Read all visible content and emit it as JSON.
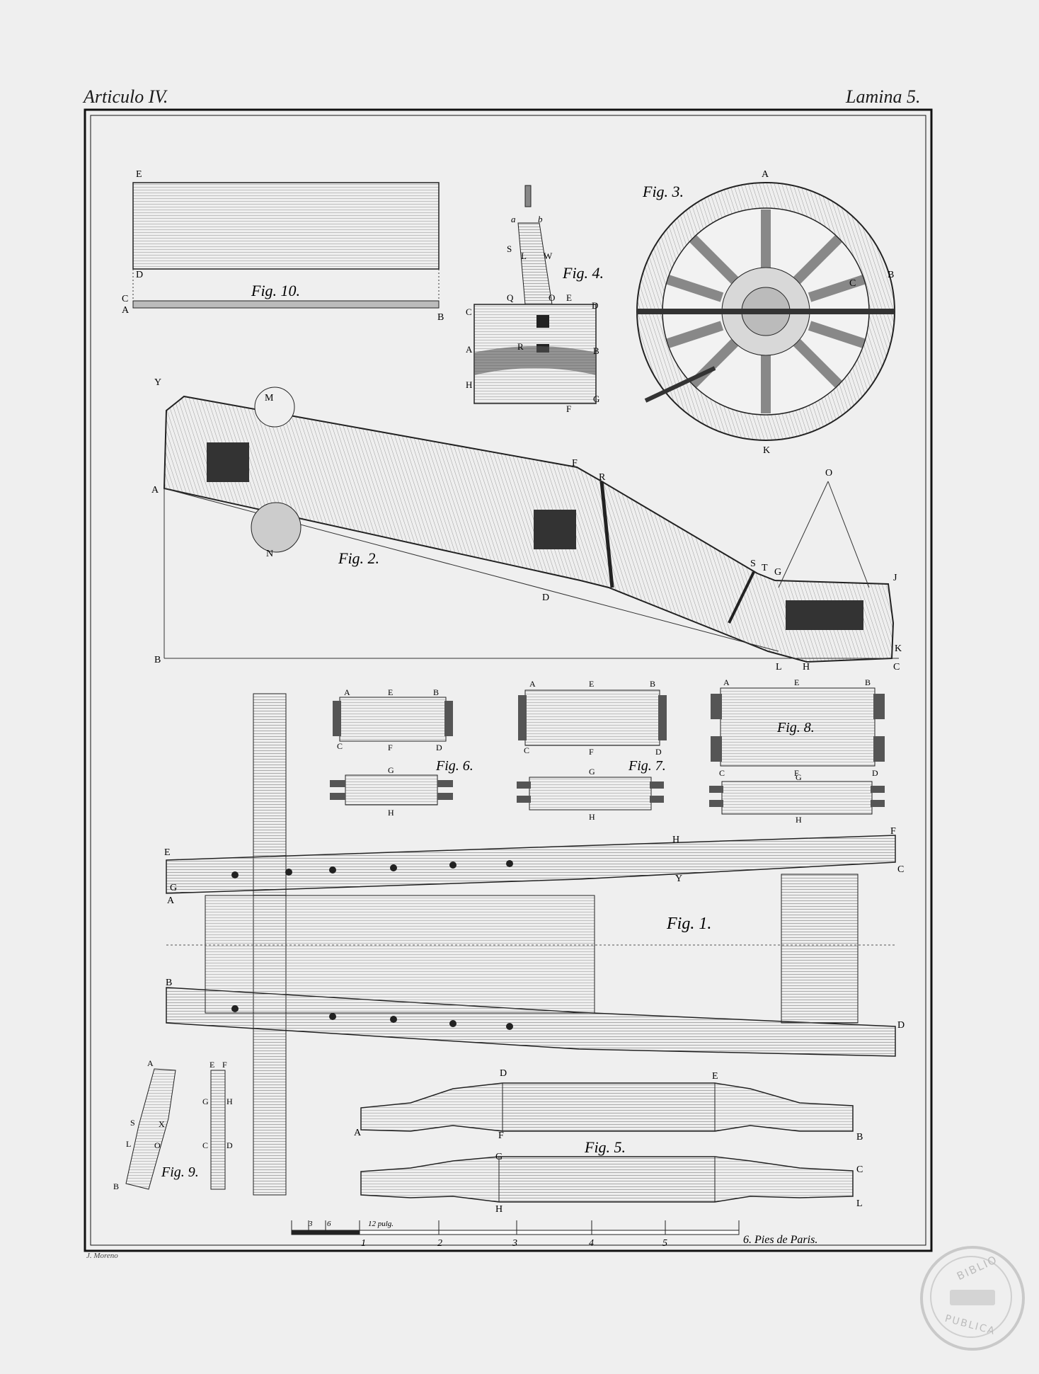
{
  "header": {
    "left": "Articulo IV.",
    "right": "Lamina 5."
  },
  "figures": {
    "fig1": "Fig. 1.",
    "fig2": "Fig. 2.",
    "fig3": "Fig. 3.",
    "fig4": "Fig. 4.",
    "fig5": "Fig. 5.",
    "fig6": "Fig. 6.",
    "fig7": "Fig. 7.",
    "fig8": "Fig. 8.",
    "fig9": "Fig. 9.",
    "fig10": "Fig. 10."
  },
  "scale": {
    "ticks": [
      "3",
      "6",
      "12 pulg.",
      "1",
      "2",
      "3",
      "4",
      "5"
    ],
    "label": "6. Pies de Paris."
  },
  "signature": "J. Moreno",
  "stamp": {
    "top": "BIBLIO",
    "bottom": "PUBLICA"
  }
}
